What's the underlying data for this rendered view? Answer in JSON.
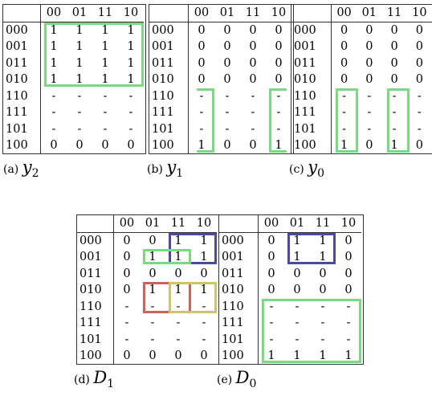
{
  "col_headers": [
    "00",
    "01",
    "11",
    "10"
  ],
  "row_headers": [
    "000",
    "001",
    "011",
    "010",
    "110",
    "111",
    "101",
    "100"
  ],
  "maps": [
    {
      "id": "y2",
      "caption_prefix": "(a)",
      "var": "y",
      "sub": "2",
      "cells": [
        [
          "1",
          "1",
          "1",
          "1"
        ],
        [
          "1",
          "1",
          "1",
          "1"
        ],
        [
          "1",
          "1",
          "1",
          "1"
        ],
        [
          "1",
          "1",
          "1",
          "1"
        ],
        [
          "-",
          "-",
          "-",
          "-"
        ],
        [
          "-",
          "-",
          "-",
          "-"
        ],
        [
          "-",
          "-",
          "-",
          "-"
        ],
        [
          "0",
          "0",
          "0",
          "0"
        ]
      ],
      "groups": [
        {
          "color": "green",
          "rows": [
            0,
            3
          ],
          "cols": [
            0,
            3
          ]
        }
      ]
    },
    {
      "id": "y1",
      "caption_prefix": "(b)",
      "var": "y",
      "sub": "1",
      "cells": [
        [
          "0",
          "0",
          "0",
          "0"
        ],
        [
          "0",
          "0",
          "0",
          "0"
        ],
        [
          "0",
          "0",
          "0",
          "0"
        ],
        [
          "0",
          "0",
          "0",
          "0"
        ],
        [
          "-",
          "-",
          "-",
          "-"
        ],
        [
          "-",
          "-",
          "-",
          "-"
        ],
        [
          "-",
          "-",
          "-",
          "-"
        ],
        [
          "1",
          "0",
          "0",
          "1"
        ]
      ],
      "groups": [
        {
          "color": "green",
          "rows": [
            4,
            7
          ],
          "cols": [
            0,
            0
          ],
          "open": "left"
        },
        {
          "color": "green",
          "rows": [
            4,
            7
          ],
          "cols": [
            3,
            3
          ],
          "open": "right"
        }
      ]
    },
    {
      "id": "y0",
      "caption_prefix": "(c)",
      "var": "y",
      "sub": "0",
      "cells": [
        [
          "0",
          "0",
          "0",
          "0"
        ],
        [
          "0",
          "0",
          "0",
          "0"
        ],
        [
          "0",
          "0",
          "0",
          "0"
        ],
        [
          "0",
          "0",
          "0",
          "0"
        ],
        [
          "-",
          "-",
          "-",
          "-"
        ],
        [
          "-",
          "-",
          "-",
          "-"
        ],
        [
          "-",
          "-",
          "-",
          "-"
        ],
        [
          "1",
          "0",
          "1",
          "0"
        ]
      ],
      "groups": [
        {
          "color": "green",
          "rows": [
            4,
            7
          ],
          "cols": [
            0,
            0
          ]
        },
        {
          "color": "green",
          "rows": [
            4,
            7
          ],
          "cols": [
            2,
            2
          ]
        }
      ]
    },
    {
      "id": "D1",
      "caption_prefix": "(d)",
      "var": "D",
      "sub": "1",
      "cells": [
        [
          "0",
          "0",
          "1",
          "1"
        ],
        [
          "0",
          "1",
          "1",
          "1"
        ],
        [
          "0",
          "0",
          "0",
          "0"
        ],
        [
          "0",
          "1",
          "1",
          "1"
        ],
        [
          "-",
          "-",
          "-",
          "-"
        ],
        [
          "-",
          "-",
          "-",
          "-"
        ],
        [
          "-",
          "-",
          "-",
          "-"
        ],
        [
          "0",
          "0",
          "0",
          "0"
        ]
      ],
      "groups": [
        {
          "color": "blue",
          "rows": [
            0,
            1
          ],
          "cols": [
            2,
            3
          ]
        },
        {
          "color": "green",
          "rows": [
            1,
            1
          ],
          "cols": [
            1,
            2
          ]
        },
        {
          "color": "red",
          "rows": [
            3,
            4
          ],
          "cols": [
            1,
            2
          ]
        },
        {
          "color": "yellow",
          "rows": [
            3,
            4
          ],
          "cols": [
            2,
            3
          ]
        }
      ]
    },
    {
      "id": "D0",
      "caption_prefix": "(e)",
      "var": "D",
      "sub": "0",
      "cells": [
        [
          "0",
          "1",
          "1",
          "0"
        ],
        [
          "0",
          "1",
          "1",
          "0"
        ],
        [
          "0",
          "0",
          "0",
          "0"
        ],
        [
          "0",
          "0",
          "0",
          "0"
        ],
        [
          "-",
          "-",
          "-",
          "-"
        ],
        [
          "-",
          "-",
          "-",
          "-"
        ],
        [
          "-",
          "-",
          "-",
          "-"
        ],
        [
          "1",
          "1",
          "1",
          "1"
        ]
      ],
      "groups": [
        {
          "color": "blue",
          "rows": [
            0,
            1
          ],
          "cols": [
            1,
            2
          ]
        },
        {
          "color": "green",
          "rows": [
            4,
            7
          ],
          "cols": [
            0,
            3
          ]
        }
      ]
    }
  ]
}
